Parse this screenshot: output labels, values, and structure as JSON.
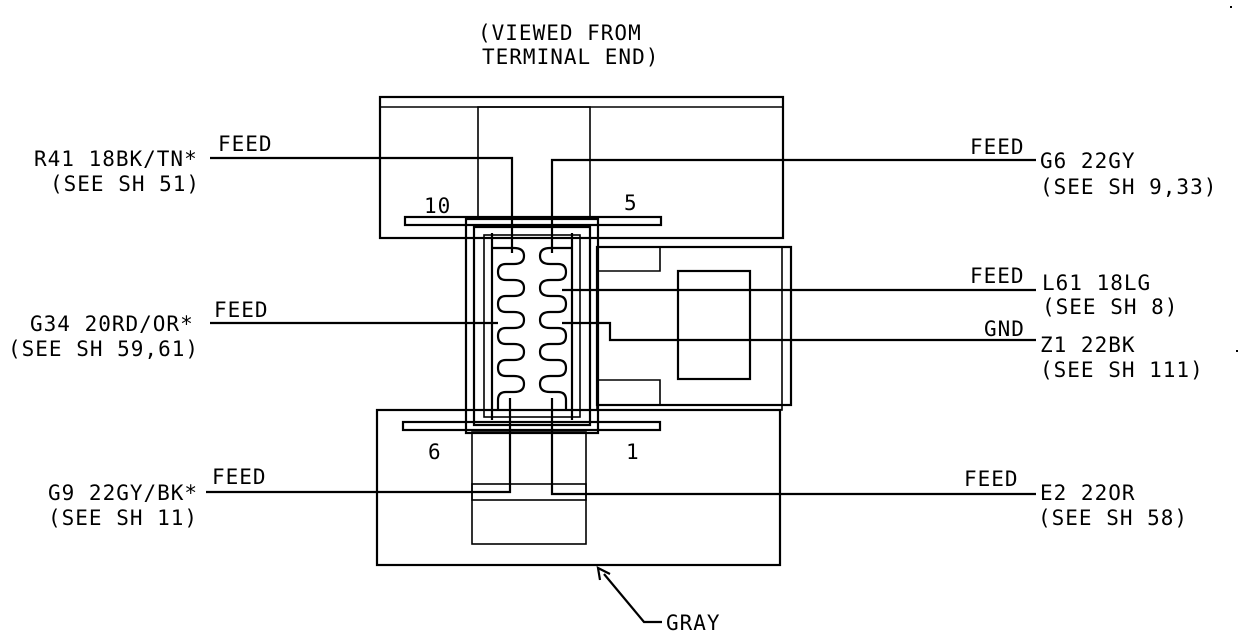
{
  "header": {
    "line1": "(VIEWED FROM",
    "line2": "TERMINAL END)"
  },
  "cavities": {
    "top_left": "10",
    "top_right": "5",
    "bottom_left": "6",
    "bottom_right": "1"
  },
  "connector_color": "GRAY",
  "wires": [
    {
      "function": "FEED",
      "circuit": "R41 18BK/TN*",
      "reference": "(SEE SH 51)"
    },
    {
      "function": "FEED",
      "circuit": "G34 20RD/OR*",
      "reference": "(SEE SH 59,61)"
    },
    {
      "function": "FEED",
      "circuit": "G9 22GY/BK*",
      "reference": "(SEE SH 11)"
    },
    {
      "function": "FEED",
      "circuit": "G6 22GY",
      "reference": "(SEE SH 9,33)"
    },
    {
      "function": "FEED",
      "circuit": "L61 18LG",
      "reference": "(SEE SH 8)"
    },
    {
      "function": "GND",
      "circuit": "Z1 22BK",
      "reference": "(SEE SH 111)"
    },
    {
      "function": "FEED",
      "circuit": "E2 22OR",
      "reference": "(SEE SH 58)"
    }
  ]
}
